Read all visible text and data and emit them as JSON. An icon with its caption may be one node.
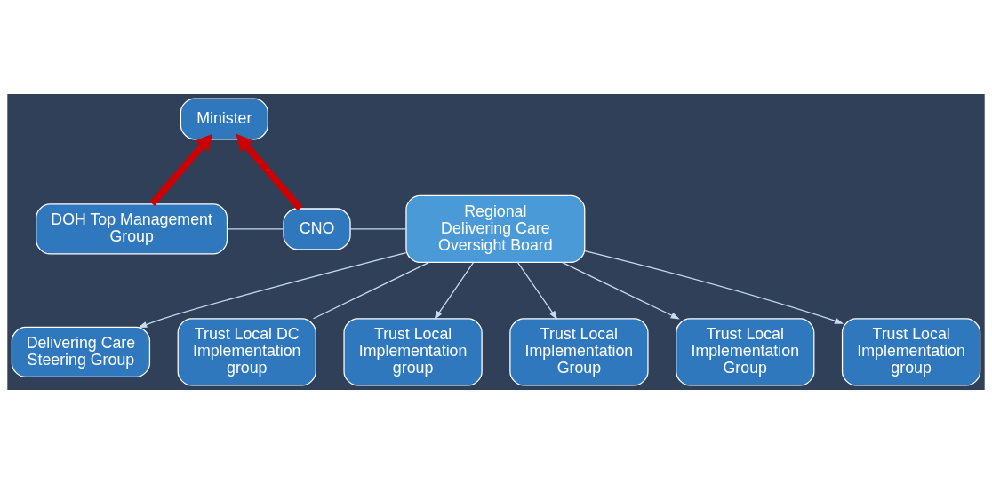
{
  "diagram": {
    "nodes": [
      {
        "text": [
          "Minister"
        ]
      },
      {
        "text": [
          "DOH Top Management Group"
        ]
      },
      {
        "text": [
          "CNO"
        ]
      },
      {
        "text": [
          "Regional Delivering Care Oversight Board"
        ]
      },
      {
        "text": [
          "Delivering Care Steering Group"
        ]
      },
      {
        "text": [
          "Trust Local DC Implementation group"
        ]
      },
      {
        "text": [
          "Trust Local Implementation group"
        ]
      },
      {
        "text": [
          "Trust Local Implementation Group"
        ]
      },
      {
        "text": [
          "Trust Local Implementation Group"
        ]
      },
      {
        "text": [
          "Trust Local Implementation group"
        ]
      }
    ],
    "edges": [
      {
        "from": 1,
        "to": 0,
        "arrow": "to",
        "style": "thick",
        "color": "#cc0000"
      },
      {
        "from": 2,
        "to": 0,
        "arrow": "to",
        "style": "thick",
        "color": "#cc0000"
      },
      {
        "from": 1,
        "to": 2,
        "arrow": "none"
      },
      {
        "from": 2,
        "to": 3,
        "arrow": "none"
      },
      {
        "from": 3,
        "to": 4,
        "arrow": "to"
      },
      {
        "from": 3,
        "to": 5,
        "arrow": "none"
      },
      {
        "from": 3,
        "to": 6,
        "arrow": "to"
      },
      {
        "from": 3,
        "to": 7,
        "arrow": "to"
      },
      {
        "from": 3,
        "to": 8,
        "arrow": "to"
      },
      {
        "from": 3,
        "to": 9,
        "arrow": "to"
      }
    ]
  }
}
